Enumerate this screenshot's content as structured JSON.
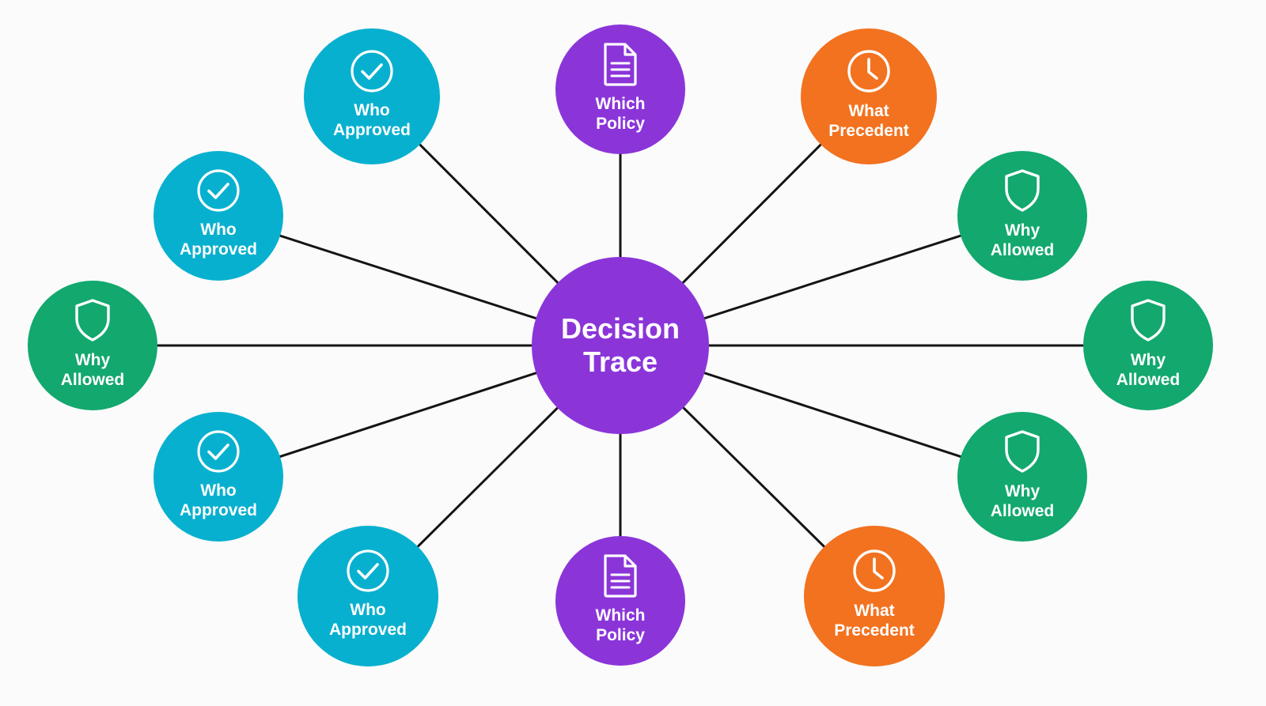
{
  "center": {
    "label": "Decision\nTrace",
    "color": "#8b35d9"
  },
  "colors": {
    "who": "#08b0cf",
    "which": "#8b35d9",
    "what": "#f2721f",
    "why": "#12a86e",
    "edge": "#141414"
  },
  "nodes": [
    {
      "id": "who-approved-top",
      "label": "Who\nApproved",
      "kind": "who",
      "icon": "check-circle-icon"
    },
    {
      "id": "which-policy-top",
      "label": "Which\nPolicy",
      "kind": "which",
      "icon": "document-icon"
    },
    {
      "id": "what-precedent-top",
      "label": "What\nPrecedent",
      "kind": "what",
      "icon": "clock-icon"
    },
    {
      "id": "why-allowed-upper-right",
      "label": "Why\nAllowed",
      "kind": "why",
      "icon": "shield-icon"
    },
    {
      "id": "why-allowed-right",
      "label": "Why\nAllowed",
      "kind": "why",
      "icon": "shield-icon"
    },
    {
      "id": "why-allowed-lower-right",
      "label": "Why\nAllowed",
      "kind": "why",
      "icon": "shield-icon"
    },
    {
      "id": "what-precedent-bottom",
      "label": "What\nPrecedent",
      "kind": "what",
      "icon": "clock-icon"
    },
    {
      "id": "which-policy-bottom",
      "label": "Which\nPolicy",
      "kind": "which",
      "icon": "document-icon"
    },
    {
      "id": "who-approved-bottom",
      "label": "Who\nApproved",
      "kind": "who",
      "icon": "check-circle-icon"
    },
    {
      "id": "who-approved-lower-left",
      "label": "Who\nApproved",
      "kind": "who",
      "icon": "check-circle-icon"
    },
    {
      "id": "why-allowed-left",
      "label": "Why\nAllowed",
      "kind": "why",
      "icon": "shield-icon"
    },
    {
      "id": "who-approved-upper-left",
      "label": "Who\nApproved",
      "kind": "who",
      "icon": "check-circle-icon"
    }
  ]
}
